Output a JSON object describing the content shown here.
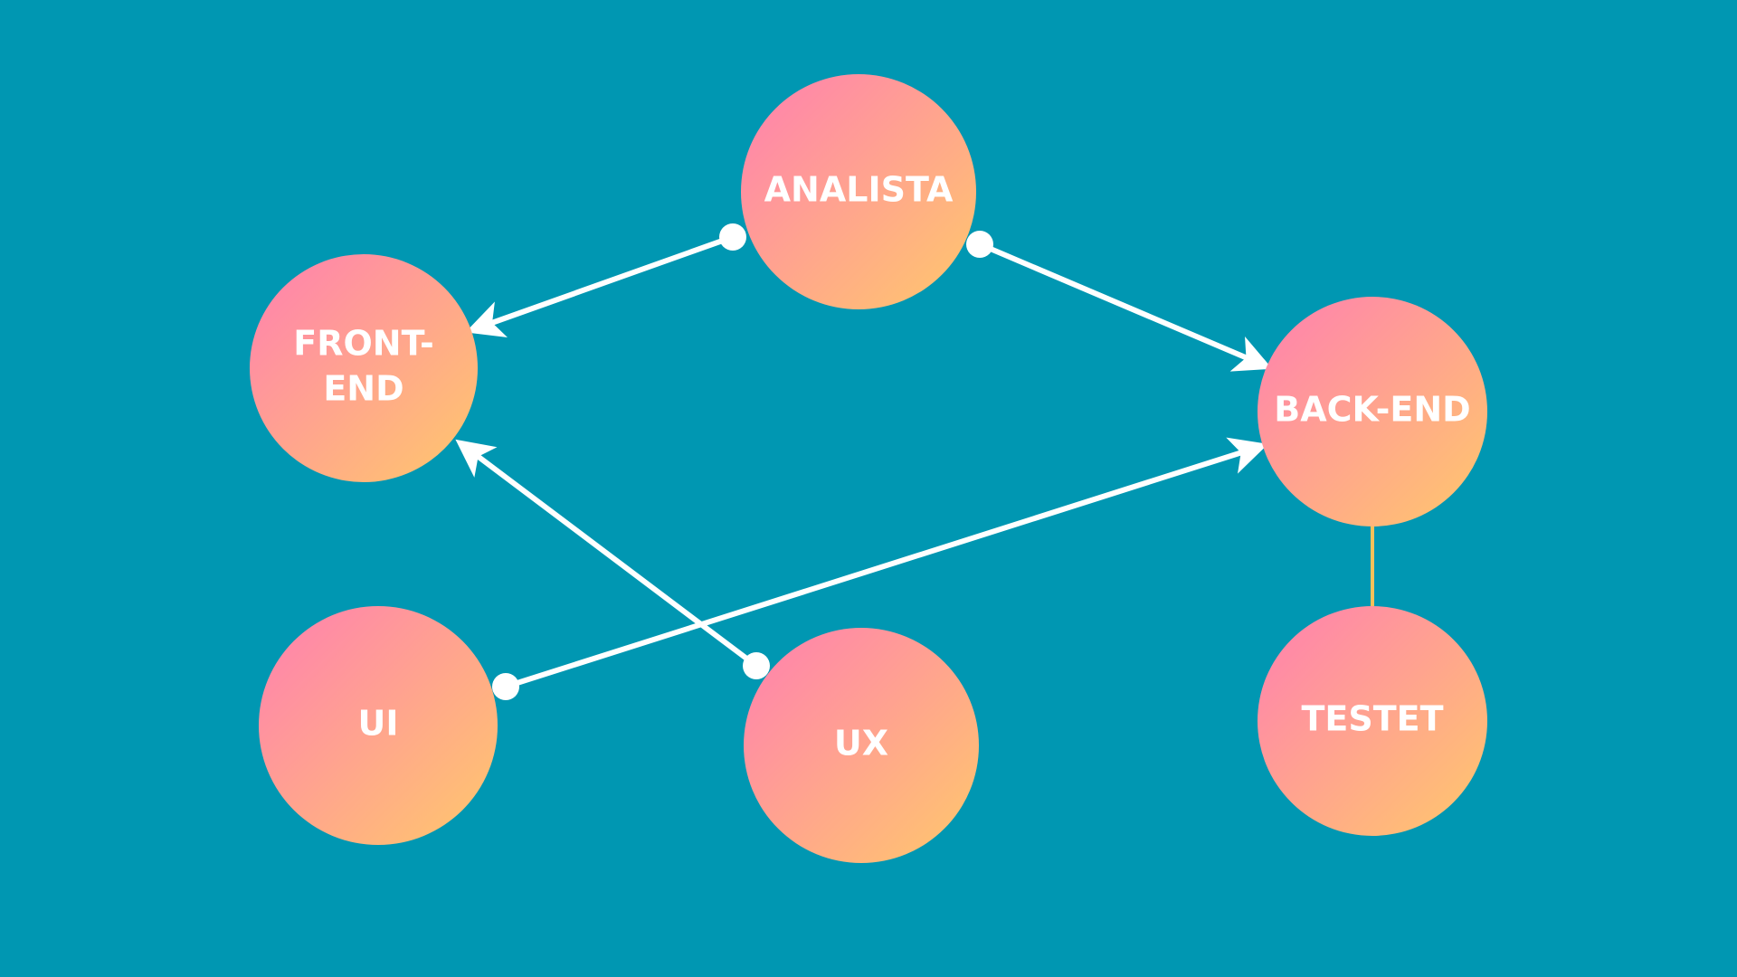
{
  "background_color": "#0097b2",
  "node_gradient": [
    "#ff7fb1",
    "#ffc96b"
  ],
  "nodes": [
    {
      "id": "analista",
      "label_lines": [
        "ANALISTA"
      ]
    },
    {
      "id": "front-end",
      "label_lines": [
        "FRONT-",
        "END"
      ]
    },
    {
      "id": "back-end",
      "label_lines": [
        "BACK-END"
      ]
    },
    {
      "id": "ui",
      "label_lines": [
        "UI"
      ]
    },
    {
      "id": "ux",
      "label_lines": [
        "UX"
      ]
    },
    {
      "id": "testet",
      "label_lines": [
        "TESTET"
      ]
    }
  ],
  "edges": [
    {
      "from": "analista",
      "to": "front-end",
      "style": "dot-to-arrow",
      "color": "#ffffff"
    },
    {
      "from": "analista",
      "to": "back-end",
      "style": "dot-to-arrow",
      "color": "#ffffff"
    },
    {
      "from": "ux",
      "to": "front-end",
      "style": "dot-to-arrow",
      "color": "#ffffff"
    },
    {
      "from": "ui",
      "to": "back-end",
      "style": "dot-to-arrow",
      "color": "#ffffff"
    },
    {
      "from": "back-end",
      "to": "testet",
      "style": "plain-line",
      "color": "#f5c15a"
    }
  ]
}
